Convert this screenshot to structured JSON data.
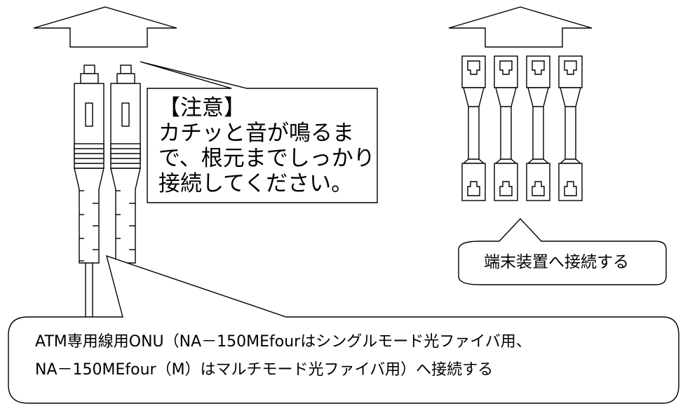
{
  "note_callout": {
    "lines": [
      "【注意】",
      "カチッと音が鳴るま",
      "で、根元までしっかり",
      "接続してください。"
    ]
  },
  "terminal_callout": {
    "text": "端末装置へ接続する"
  },
  "onu_callout": {
    "lines": [
      "ATM専用線用ONU（NA－150MEfourはシングルモード光ファイバ用、",
      "NA－150MEfour（M）はマルチモード光ファイバ用）へ接続する"
    ]
  },
  "icons": {
    "fiber_connectors": "optical-fiber-sc-connector-icon",
    "utp_cables": "rj45-cable-icon",
    "arrows": "up-arrow-icon"
  }
}
